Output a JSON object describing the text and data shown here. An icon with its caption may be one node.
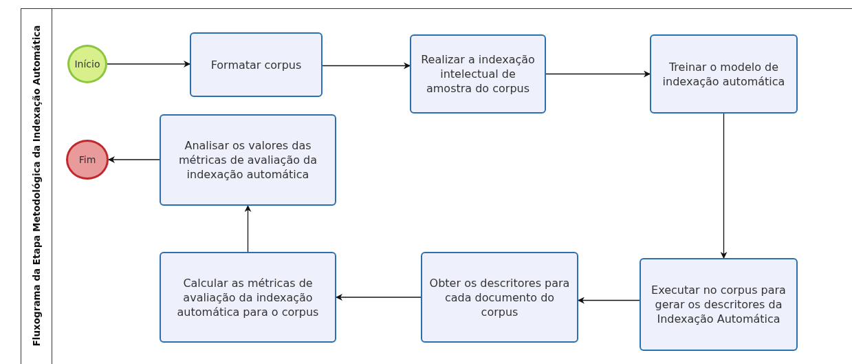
{
  "diagram": {
    "title": "Fluxograma da Etapa Metodológica da Indexação Automática",
    "nodes": [
      {
        "text": [
          "Início"
        ]
      },
      {
        "text": [
          "Formatar corpus"
        ]
      },
      {
        "text": [
          "Realizar a indexação intelectual de amostra do corpus"
        ]
      },
      {
        "text": [
          "Treinar o modelo de indexação automática"
        ]
      },
      {
        "text": [
          "Executar no corpus para gerar os descritores da Indexação Automática"
        ]
      },
      {
        "text": [
          "Obter os descritores para cada documento do corpus"
        ]
      },
      {
        "text": [
          "Calcular as métricas de avaliação da indexação automática para o corpus"
        ]
      },
      {
        "text": [
          "Analisar os valores das métricas de avaliação da indexação automática"
        ]
      },
      {
        "text": [
          "Fim"
        ]
      }
    ],
    "edges": [
      {
        "from": 0,
        "to": 1,
        "arrow": "to"
      },
      {
        "from": 1,
        "to": 2,
        "arrow": "to"
      },
      {
        "from": 2,
        "to": 3,
        "arrow": "to"
      },
      {
        "from": 3,
        "to": 4,
        "arrow": "to"
      },
      {
        "from": 4,
        "to": 5,
        "arrow": "to"
      },
      {
        "from": 5,
        "to": 6,
        "arrow": "to"
      },
      {
        "from": 6,
        "to": 7,
        "arrow": "to"
      },
      {
        "from": 7,
        "to": 8,
        "arrow": "to"
      }
    ]
  }
}
